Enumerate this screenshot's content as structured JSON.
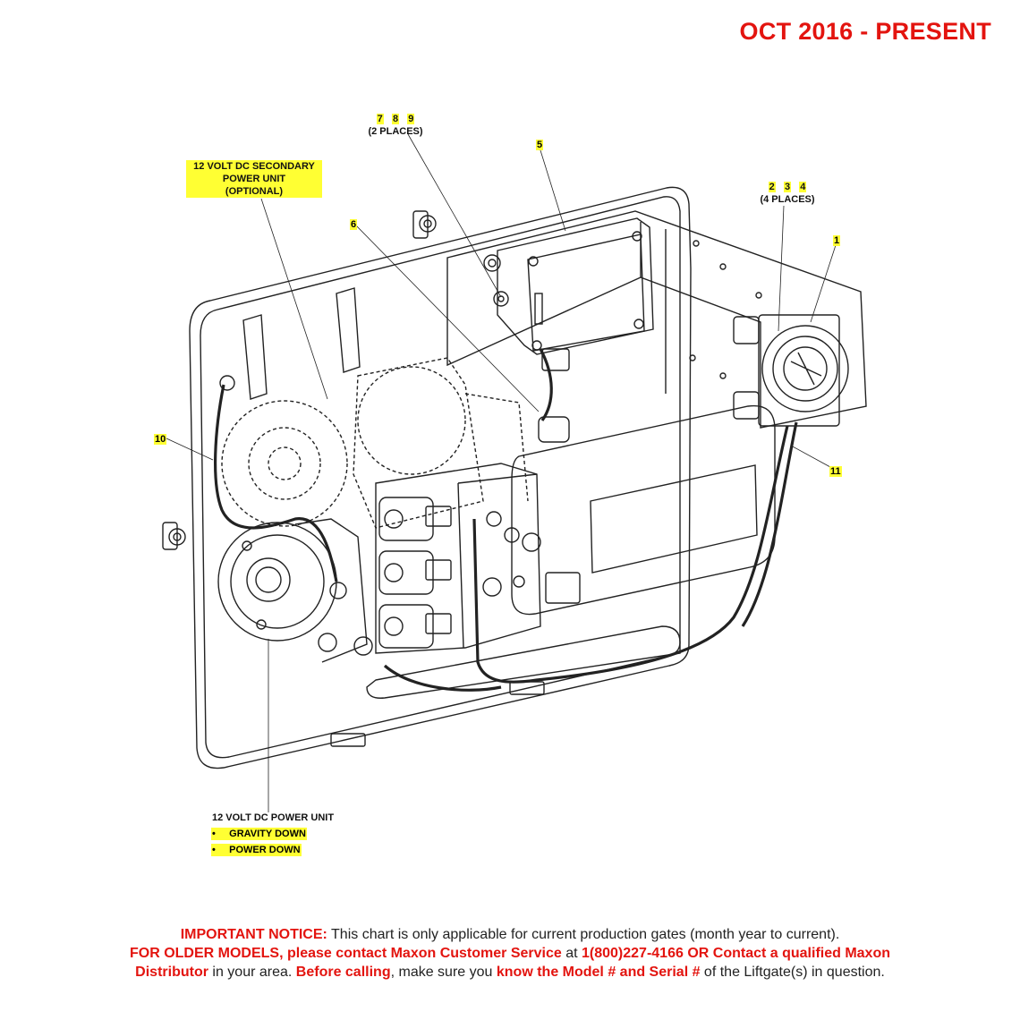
{
  "header": {
    "title": "OCT 2016 - PRESENT",
    "color": "#e3140f"
  },
  "callouts": {
    "c789": {
      "n1": "7",
      "n2": "8",
      "n3": "9",
      "note": "(2 PLACES)"
    },
    "c5": "5",
    "c234": {
      "n1": "2",
      "n2": "3",
      "n3": "4",
      "note": "(4 PLACES)"
    },
    "c1": "1",
    "c6": "6",
    "c10": "10",
    "c11": "11",
    "secondary": {
      "line1": "12 VOLT DC SECONDARY",
      "line2": "POWER UNIT",
      "line3": "(OPTIONAL)"
    },
    "primary": {
      "title": "12 VOLT DC POWER UNIT",
      "opt1": "GRAVITY DOWN",
      "opt2": "POWER DOWN",
      "bullet": "•"
    }
  },
  "notice": {
    "l1_bold": "IMPORTANT NOTICE:",
    "l1_rest": " This chart is only applicable for current production gates (month year to current).",
    "l2_a": "FOR OLDER MODELS, please contact Maxon Customer Service",
    "l2_b": " at ",
    "l2_c": "1(800)227-4166 OR Contact a qualified Maxon",
    "l3_a": "Distributor",
    "l3_b": " in your area. ",
    "l3_c": "Before calling",
    "l3_d": ", make sure you ",
    "l3_e": "know the Model # and Serial #",
    "l3_f": " of the Liftgate(s) in question."
  }
}
